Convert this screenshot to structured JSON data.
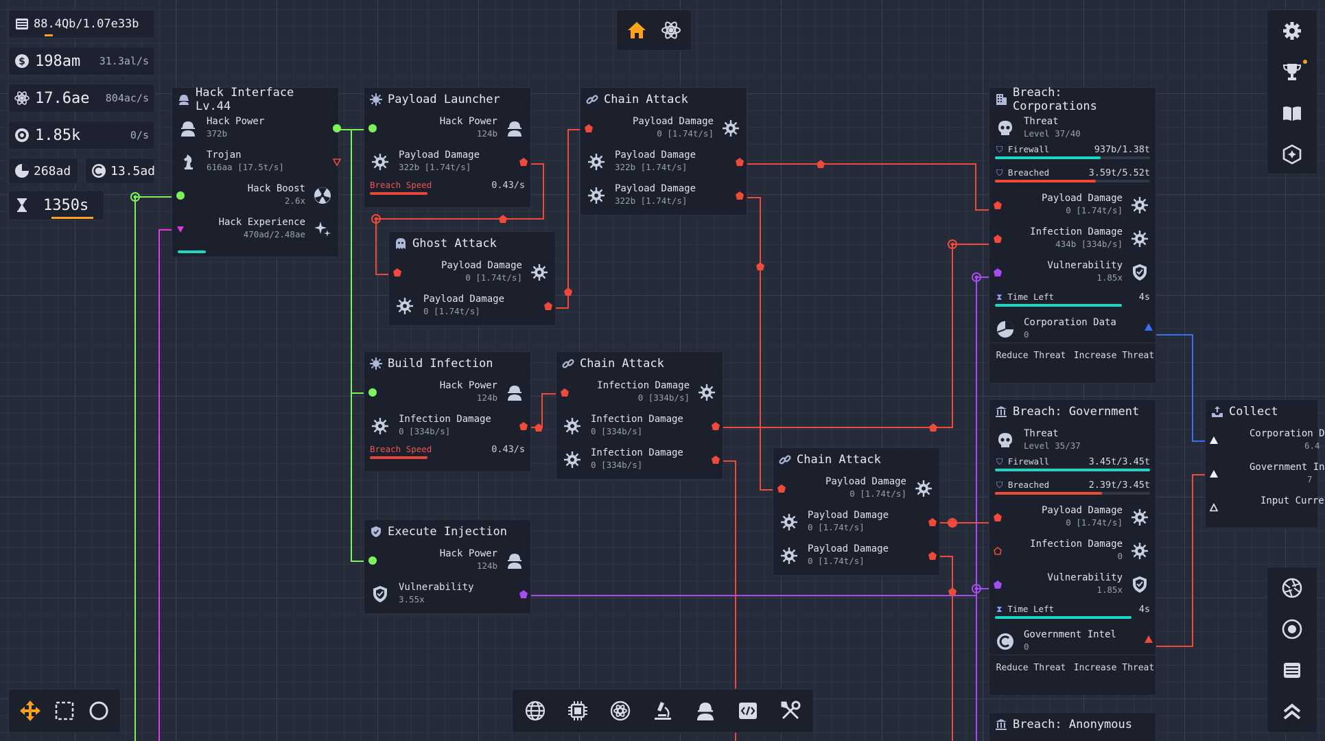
{
  "colors": {
    "green": "#7ef25a",
    "red": "#f24a3a",
    "purple": "#a64cf0",
    "blue": "#3b6ff2",
    "magenta": "#e23ae0",
    "cyan": "#19d8c8",
    "orange": "#ffa21a"
  },
  "resources": {
    "data": {
      "value": "88.4Qb/1.07e33b",
      "progress": 0.08
    },
    "money": {
      "value": "198am",
      "rate": "31.3al/s"
    },
    "research": {
      "value": "17.6ae",
      "rate": "804ac/s"
    },
    "core": {
      "value": "1.85k",
      "rate": "0/s"
    },
    "pie": {
      "value": "268ad"
    },
    "cycle": {
      "value": "13.5ad"
    },
    "timer": {
      "value": "1350s",
      "progress": 0.85
    }
  },
  "hack_interface": {
    "title": "Hack Interface Lv.44",
    "hack_power": {
      "label": "Hack Power",
      "value": "372b"
    },
    "trojan": {
      "label": "Trojan",
      "value": "616aa [17.5t/s]"
    },
    "hack_boost": {
      "label": "Hack Boost",
      "value": "2.6x"
    },
    "hack_experience": {
      "label": "Hack Experience",
      "value": "470ad/2.48ae",
      "progress": 0.18
    }
  },
  "payload_launcher": {
    "title": "Payload Launcher",
    "hack_power": {
      "label": "Hack Power",
      "value": "124b"
    },
    "payload_damage": {
      "label": "Payload Damage",
      "value": "322b [1.74t/s]"
    },
    "breach_speed": {
      "label": "Breach Speed",
      "value": "0.43/s"
    }
  },
  "ghost_attack": {
    "title": "Ghost Attack",
    "in": {
      "label": "Payload Damage",
      "value": "0 [1.74t/s]"
    },
    "out": {
      "label": "Payload Damage",
      "value": "0 [1.74t/s]"
    }
  },
  "chain_attack_1": {
    "title": "Chain Attack",
    "in": {
      "label": "Payload Damage",
      "value": "0 [1.74t/s]"
    },
    "out1": {
      "label": "Payload Damage",
      "value": "322b [1.74t/s]"
    },
    "out2": {
      "label": "Payload Damage",
      "value": "322b [1.74t/s]"
    }
  },
  "build_infection": {
    "title": "Build Infection",
    "hack_power": {
      "label": "Hack Power",
      "value": "124b"
    },
    "infection_damage": {
      "label": "Infection Damage",
      "value": "0 [334b/s]"
    },
    "breach_speed": {
      "label": "Breach Speed",
      "value": "0.43/s"
    }
  },
  "chain_attack_2": {
    "title": "Chain Attack",
    "in": {
      "label": "Infection Damage",
      "value": "0 [334b/s]"
    },
    "out1": {
      "label": "Infection Damage",
      "value": "0 [334b/s]"
    },
    "out2": {
      "label": "Infection Damage",
      "value": "0 [334b/s]"
    }
  },
  "chain_attack_3": {
    "title": "Chain Attack",
    "in": {
      "label": "Payload Damage",
      "value": "0 [1.74t/s]"
    },
    "out1": {
      "label": "Payload Damage",
      "value": "0 [1.74t/s]"
    },
    "out2": {
      "label": "Payload Damage",
      "value": "0 [1.74t/s]"
    }
  },
  "execute_injection": {
    "title": "Execute Injection",
    "hack_power": {
      "label": "Hack Power",
      "value": "124b"
    },
    "vulnerability": {
      "label": "Vulnerability",
      "value": "3.55x"
    }
  },
  "breach_corporations": {
    "title": "Breach: Corporations",
    "threat": {
      "label": "Threat",
      "value": "Level 37/40"
    },
    "firewall": {
      "label": "Firewall",
      "value": "937b/1.38t",
      "progress": 0.68
    },
    "breached": {
      "label": "Breached",
      "value": "3.59t/5.52t",
      "progress": 0.65
    },
    "payload_damage": {
      "label": "Payload Damage",
      "value": "0 [1.74t/s]"
    },
    "infection_damage": {
      "label": "Infection Damage",
      "value": "434b [334b/s]"
    },
    "vulnerability": {
      "label": "Vulnerability",
      "value": "1.85x"
    },
    "time_left": {
      "label": "Time Left",
      "value": "4s",
      "progress": 0.82
    },
    "output": {
      "label": "Corporation Data",
      "value": "0"
    },
    "reduce": "Reduce Threat",
    "increase": "Increase Threat"
  },
  "breach_government": {
    "title": "Breach: Government",
    "threat": {
      "label": "Threat",
      "value": "Level 35/37"
    },
    "firewall": {
      "label": "Firewall",
      "value": "3.45t/3.45t",
      "progress": 1.0
    },
    "breached": {
      "label": "Breached",
      "value": "2.39t/3.45t",
      "progress": 0.69
    },
    "payload_damage": {
      "label": "Payload Damage",
      "value": "0 [1.74t/s]"
    },
    "infection_damage": {
      "label": "Infection Damage",
      "value": "0"
    },
    "vulnerability": {
      "label": "Vulnerability",
      "value": "1.85x"
    },
    "time_left": {
      "label": "Time Left",
      "value": "4s",
      "progress": 0.88
    },
    "output": {
      "label": "Government Intel",
      "value": "0"
    },
    "reduce": "Reduce Threat",
    "increase": "Increase Threat"
  },
  "breach_anonymous": {
    "title": "Breach: Anonymous"
  },
  "collect": {
    "title": "Collect",
    "in1": {
      "label": "Corporation D",
      "value": "6.4"
    },
    "in2": {
      "label": "Government In",
      "value": "7"
    },
    "in3": {
      "label": "Input Curre"
    }
  }
}
